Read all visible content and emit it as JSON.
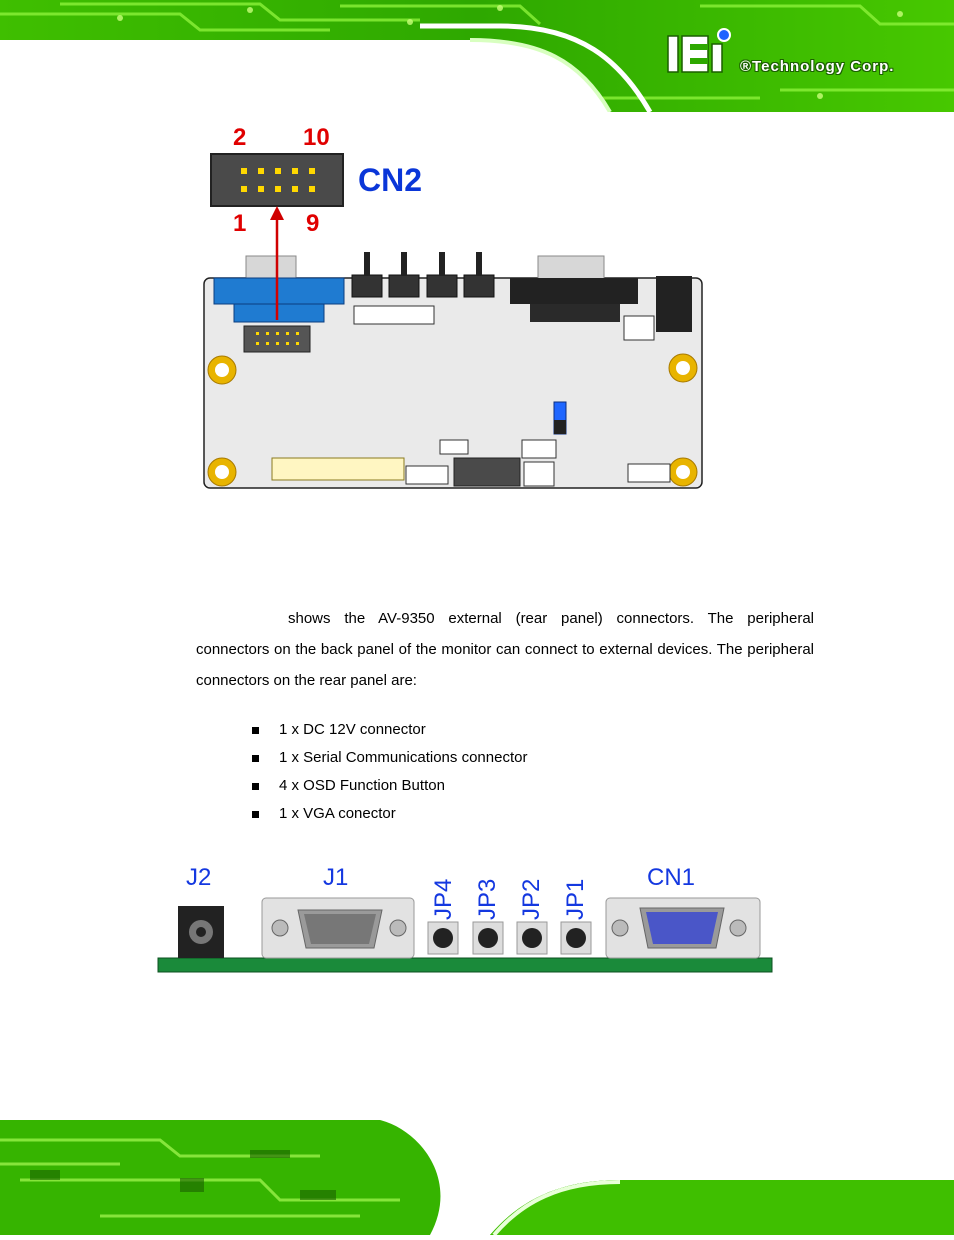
{
  "header": {
    "brand_logo": "iEi",
    "brand_tagline": "®Technology Corp."
  },
  "board_figure": {
    "pin_labels": {
      "top_left": "2",
      "top_right": "10",
      "bottom_left": "1",
      "bottom_right": "9"
    },
    "connector_label": "CN2"
  },
  "body": {
    "paragraph": "shows the AV-9350 external (rear panel) connectors. The peripheral connectors on the back panel of the monitor can connect to external devices. The peripheral connectors on the rear panel are:",
    "bullets": [
      "1 x DC 12V connector",
      "1 x Serial Communications connector",
      "4 x OSD Function Button",
      "1 x VGA conector"
    ]
  },
  "rear_panel": {
    "labels": {
      "j2": "J2",
      "j1": "J1",
      "jp4": "JP4",
      "jp3": "JP3",
      "jp2": "JP2",
      "jp1": "JP1",
      "cn1": "CN1"
    }
  }
}
